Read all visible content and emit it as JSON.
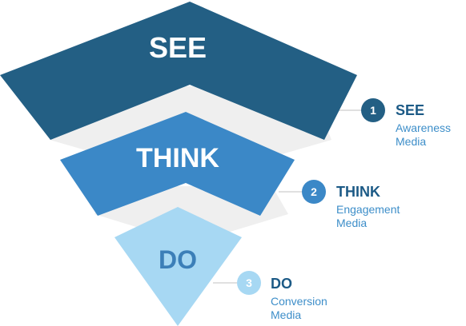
{
  "funnel": {
    "tiers": [
      {
        "key": "see",
        "label": "SEE",
        "color": "#235f84",
        "text_color": "#ffffff"
      },
      {
        "key": "think",
        "label": "THINK",
        "color": "#3b88c7",
        "text_color": "#ffffff"
      },
      {
        "key": "do",
        "label": "DO",
        "color": "#a7d8f3",
        "text_color": "#3c7fb8"
      }
    ]
  },
  "legend": [
    {
      "number": "1",
      "title": "SEE",
      "line1": "Awareness",
      "line2": "Media",
      "badge_color": "#235f84"
    },
    {
      "number": "2",
      "title": "THINK",
      "line1": "Engagement",
      "line2": "Media",
      "badge_color": "#3b88c7"
    },
    {
      "number": "3",
      "title": "DO",
      "line1": "Conversion",
      "line2": "Media",
      "badge_color": "#a7d8f3"
    }
  ],
  "colors": {
    "shadow": "#efefef",
    "connector": "#d6d6d6",
    "title_text": "#1c5a86",
    "sub_text": "#3d8ec9"
  }
}
